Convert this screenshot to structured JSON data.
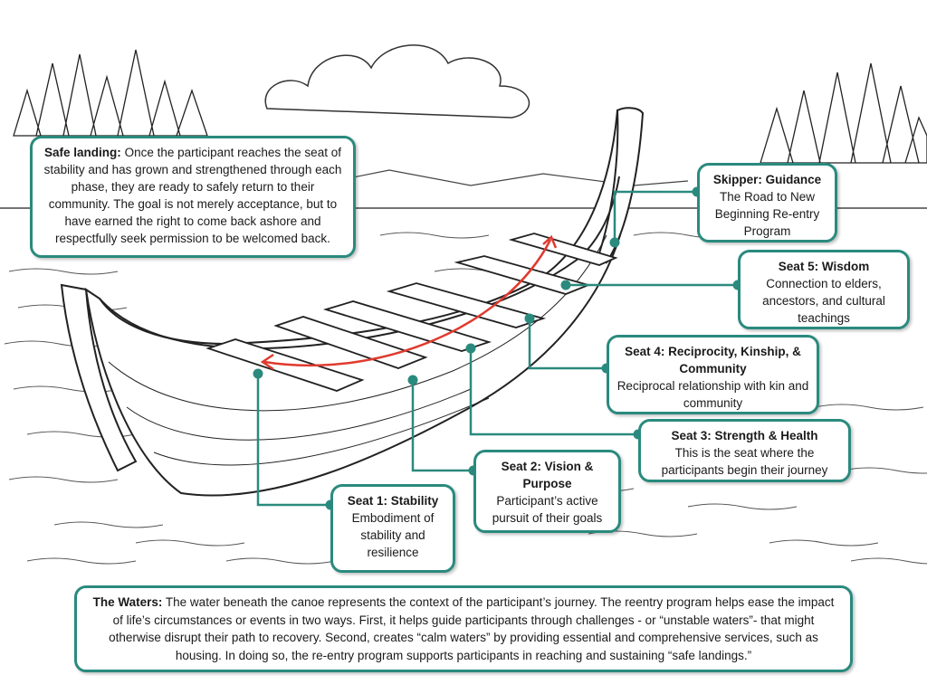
{
  "accent_color": "#2a8a7e",
  "arrow_color": "#e03a2f",
  "safe_landing": {
    "title": "Safe landing:",
    "text": "Once the participant reaches the seat of stability and has grown and strengthened through each phase, they are ready to safely return to their community. The goal is not merely acceptance, but to have earned the right to come back ashore and respectfully seek permission to be welcomed back."
  },
  "skipper": {
    "title": "Skipper: Guidance",
    "text": "The Road to New Beginning Re-entry Program"
  },
  "seat5": {
    "title": "Seat 5: Wisdom",
    "text": "Connection to elders, ancestors, and cultural teachings"
  },
  "seat4": {
    "title": "Seat 4: Reciprocity, Kinship, & Community",
    "text": "Reciprocal relationship with kin and community"
  },
  "seat3": {
    "title": "Seat 3: Strength & Health",
    "text": "This is the seat where the participants begin their journey"
  },
  "seat2": {
    "title": "Seat 2: Vision & Purpose",
    "text": "Participant’s active pursuit of their goals"
  },
  "seat1": {
    "title": "Seat 1: Stability",
    "text": "Embodiment of stability and resilience"
  },
  "waters": {
    "title": "The Waters:",
    "text": "The water beneath the canoe represents the context of the participant’s journey. The reentry program helps ease the impact of life’s circumstances or events in two ways. First, it helps guide participants through challenges - or “unstable waters”- that might otherwise disrupt their path to recovery. Second, creates “calm waters” by providing essential and comprehensive services, such as housing. In doing so, the re-entry program supports participants in reaching and sustaining “safe landings.”"
  }
}
